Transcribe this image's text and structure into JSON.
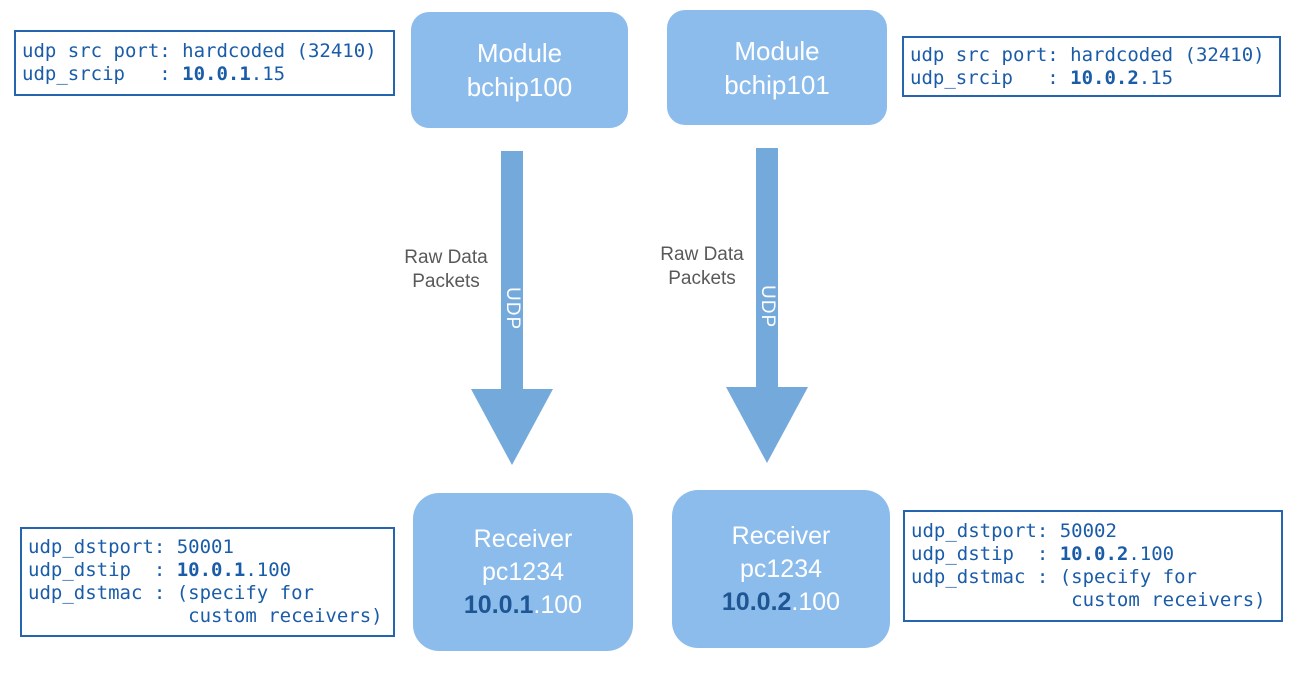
{
  "colors": {
    "node_fill": "#8CBCEC",
    "node_text": "#FFFFFF",
    "arrow_fill": "#74A9DB",
    "box_border": "#2565AE",
    "mono_text": "#1A5CA8",
    "ip_navy": "#1E5593",
    "label_gray": "#595959"
  },
  "modules": [
    {
      "line1": "Module",
      "line2": "bchip100"
    },
    {
      "line1": "Module",
      "line2": "bchip101"
    }
  ],
  "receivers": [
    {
      "line1": "Receiver",
      "line2": "pc1234",
      "ip": [
        {
          "text": "10.0.1",
          "style": "bold-navy"
        },
        {
          "text": ".100"
        }
      ]
    },
    {
      "line1": "Receiver",
      "line2": "pc1234",
      "ip": [
        {
          "text": "10.0.2",
          "style": "bold-navy"
        },
        {
          "text": ".100"
        }
      ]
    }
  ],
  "arrows": [
    {
      "flow_label_line1": "Raw Data",
      "flow_label_line2": "Packets",
      "shaft_label": "UDP"
    },
    {
      "flow_label_line1": "Raw Data",
      "flow_label_line2": "Packets",
      "shaft_label": "UDP"
    }
  ],
  "info_boxes": {
    "top_left": {
      "lines": [
        [
          {
            "text": "udp src port: hardcoded (32410)"
          }
        ],
        [
          {
            "text": "udp_srcip   : "
          },
          {
            "text": "10.0.1",
            "style": "bold"
          },
          {
            "text": ".15"
          }
        ]
      ]
    },
    "top_right": {
      "lines": [
        [
          {
            "text": "udp src port: hardcoded (32410)"
          }
        ],
        [
          {
            "text": "udp_srcip   : "
          },
          {
            "text": "10.0.2",
            "style": "bold"
          },
          {
            "text": ".15"
          }
        ]
      ]
    },
    "bottom_left": {
      "lines": [
        [
          {
            "text": "udp_dstport: 50001"
          }
        ],
        [
          {
            "text": "udp_dstip  : "
          },
          {
            "text": "10.0.1",
            "style": "bold"
          },
          {
            "text": ".100"
          }
        ],
        [
          {
            "text": "udp_dstmac : (specify for"
          }
        ],
        [
          {
            "text": "              custom receivers)"
          }
        ]
      ]
    },
    "bottom_right": {
      "lines": [
        [
          {
            "text": "udp_dstport: 50002"
          }
        ],
        [
          {
            "text": "udp_dstip  : "
          },
          {
            "text": "10.0.2",
            "style": "bold"
          },
          {
            "text": ".100"
          }
        ],
        [
          {
            "text": "udp_dstmac : (specify for"
          }
        ],
        [
          {
            "text": "              custom receivers)"
          }
        ]
      ]
    }
  }
}
